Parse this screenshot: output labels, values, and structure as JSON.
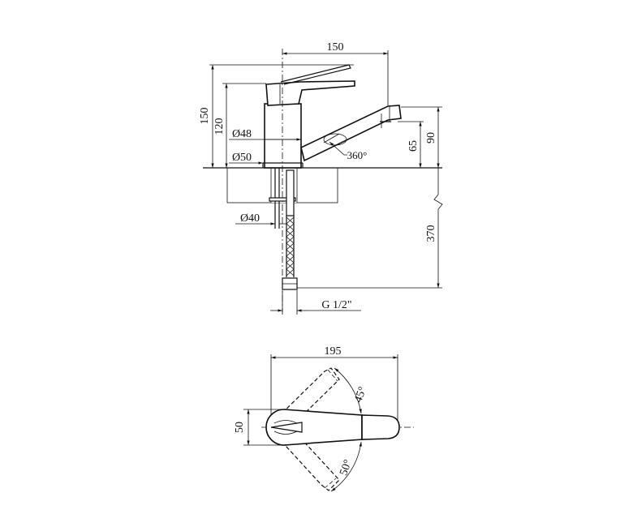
{
  "front_view": {
    "dims": {
      "width_top": "150",
      "height_overall": "150",
      "height_body": "120",
      "dia_body": "Ø48",
      "dia_base": "Ø50",
      "dia_shank": "Ø40",
      "spout_height": "65",
      "spout_top": "90",
      "swivel": "360°",
      "hose_length": "370",
      "thread": "G 1/2\""
    }
  },
  "top_view": {
    "dims": {
      "length": "195",
      "width": "50",
      "angle_up": "45°",
      "angle_down": "50°"
    }
  }
}
